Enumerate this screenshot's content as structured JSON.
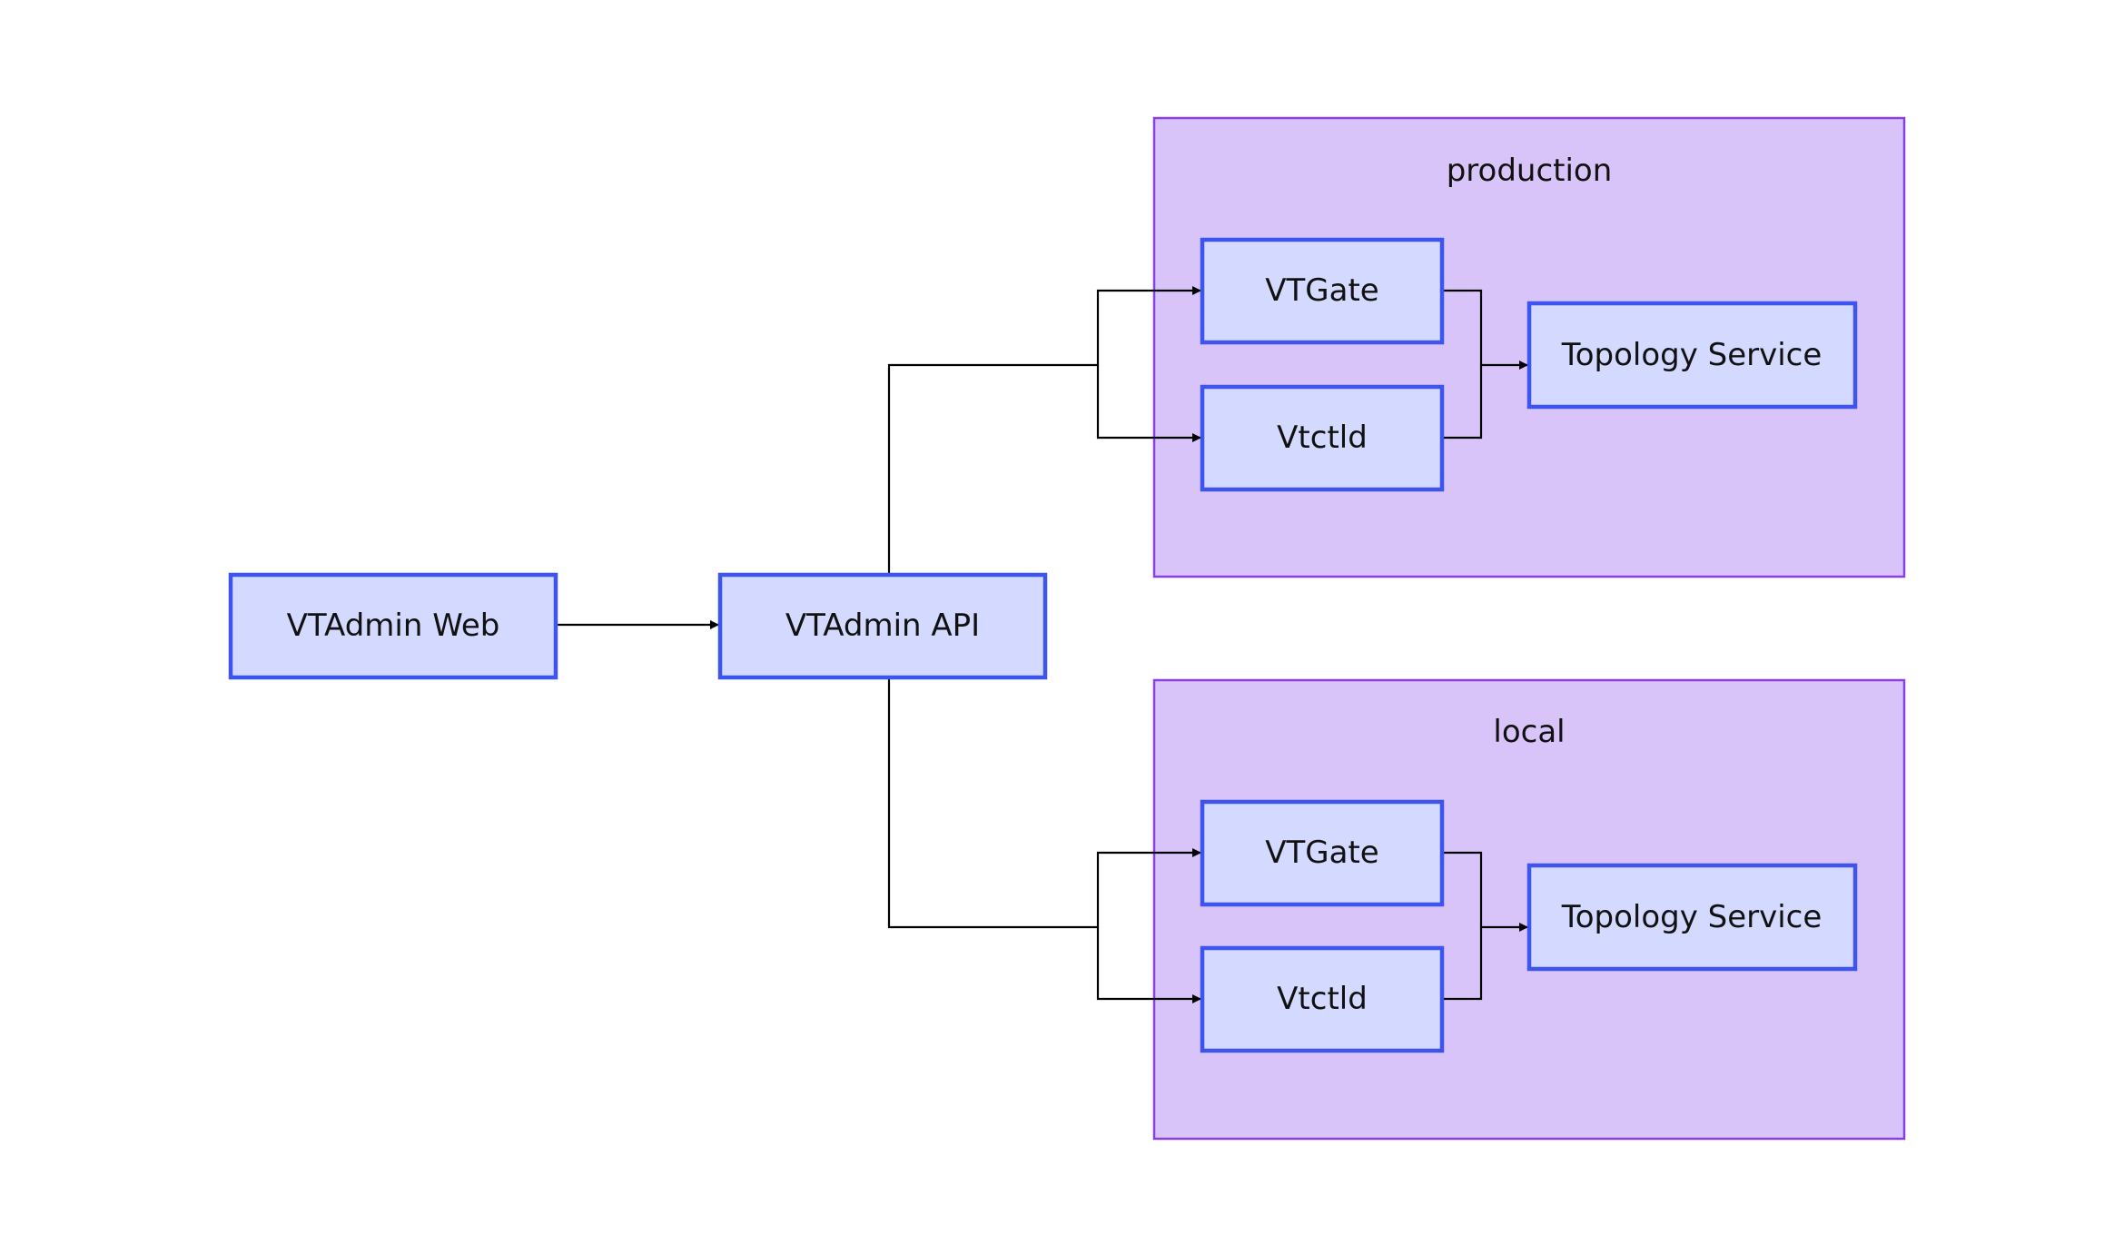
{
  "nodes": {
    "web": "VTAdmin Web",
    "api": "VTAdmin API"
  },
  "clusters": {
    "production": {
      "title": "production",
      "vtgate": "VTGate",
      "vtctld": "Vtctld",
      "topo": "Topology Service"
    },
    "local": {
      "title": "local",
      "vtgate": "VTGate",
      "vtctld": "Vtctld",
      "topo": "Topology Service"
    }
  },
  "colors": {
    "cluster_fill": "#d9c4f9",
    "cluster_border": "#8a3fe0",
    "node_fill": "#d3d9ff",
    "node_border": "#3d55ee",
    "edge": "#000000"
  }
}
